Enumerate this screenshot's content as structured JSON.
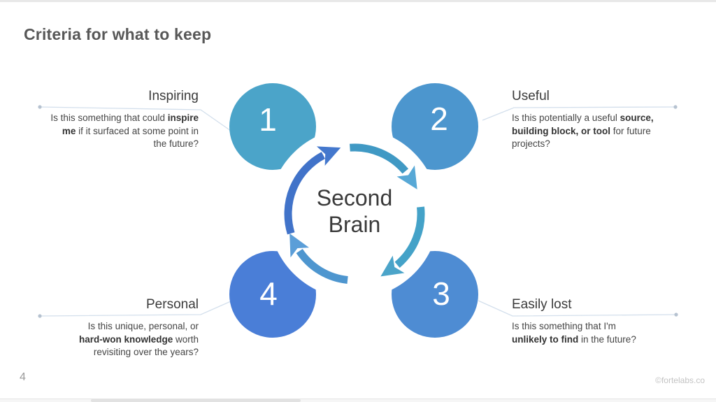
{
  "slide": {
    "title": "Criteria for what to keep",
    "page_number": "4",
    "credit": "©fortelabs.co"
  },
  "diagram": {
    "center_label": "Second\nBrain",
    "number_color": "#ffffff",
    "circles": [
      {
        "number": "1",
        "color": "#4ba4c9"
      },
      {
        "number": "2",
        "color": "#4c96ce"
      },
      {
        "number": "3",
        "color": "#4e8cd3"
      },
      {
        "number": "4",
        "color": "#4a7ed7"
      }
    ],
    "arrows": {
      "top_left": {
        "arc": "#4173c9",
        "head": "#4478cd"
      },
      "top_right": {
        "arc": "#4099c4",
        "head": "#57a8d6"
      },
      "bottom_right": {
        "arc": "#44a2c8",
        "head": "#4ba4c9"
      },
      "bottom_left": {
        "arc": "#4e96cf",
        "head": "#5b9ed8"
      }
    },
    "connector": {
      "line_color": "#d3dfec",
      "dot_color": "#b6c2d0"
    }
  },
  "quadrants": {
    "top_left": {
      "heading": "Inspiring",
      "body": [
        {
          "t": "Is this something that could "
        },
        {
          "t": "inspire\nme",
          "b": true
        },
        {
          "t": " if it surfaced at some point in\nthe future?"
        }
      ]
    },
    "top_right": {
      "heading": "Useful",
      "body": [
        {
          "t": "Is this potentially a useful "
        },
        {
          "t": "source,\nbuilding block, or tool",
          "b": true
        },
        {
          "t": " for future\nprojects?"
        }
      ]
    },
    "bottom_left": {
      "heading": "Personal",
      "body": [
        {
          "t": "Is this unique, personal, or\n"
        },
        {
          "t": "hard-won knowledge",
          "b": true
        },
        {
          "t": " worth\nrevisiting over the years?"
        }
      ]
    },
    "bottom_right": {
      "heading": "Easily lost",
      "body": [
        {
          "t": "Is this something that I'm\n"
        },
        {
          "t": "unlikely to find",
          "b": true
        },
        {
          "t": " in the future?"
        }
      ]
    }
  }
}
